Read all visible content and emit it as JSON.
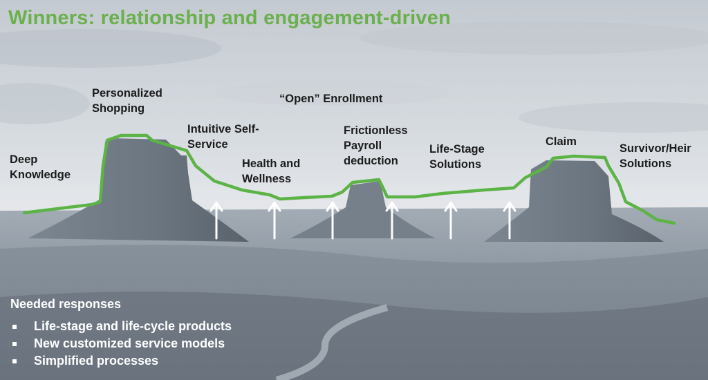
{
  "title": "Winners: relationship and engagement-driven",
  "labels": {
    "deep_knowledge": "Deep\nKnowledge",
    "personalized_shopping": "Personalized\nShopping",
    "intuitive_self_service": "Intuitive Self-\nService",
    "health_wellness": "Health and\nWellness",
    "open_enrollment": "“Open” Enrollment",
    "payroll_deduction": "Frictionless\nPayroll\ndeduction",
    "life_stage_solutions": "Life-Stage\nSolutions",
    "claim": "Claim",
    "survivor_solutions": "Survivor/Heir\nSolutions"
  },
  "responses": {
    "heading": "Needed responses",
    "items": [
      "Life-stage and life-cycle  products",
      "New customized service models",
      "Simplified  processes"
    ]
  },
  "colors": {
    "title": "#6ab04c",
    "journey_line": "#5cb346",
    "arrows": "#ffffff",
    "label_text": "#1b1b1b",
    "responses_text": "#ffffff"
  },
  "icons": [
    "up-arrow-icon",
    "square-bullet-icon"
  ]
}
